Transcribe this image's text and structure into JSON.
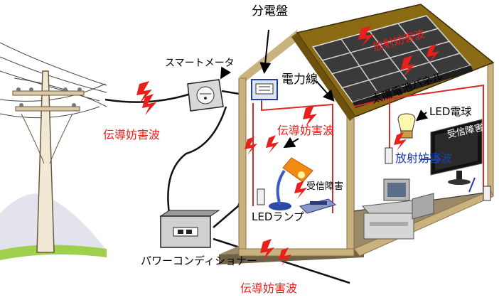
{
  "labels": {
    "distribution_board": "分電盤",
    "smart_meter": "スマートメータ",
    "power_line": "電力線",
    "solar_panel": "太陽電池パネル",
    "led_bulb": "LED電球",
    "conducted_noise_outdoor": "伝導妨害波",
    "conducted_noise_indoor": "伝導妨害波",
    "conducted_noise_bottom": "伝導妨害波",
    "radiated_noise_roof": "放射妨害波",
    "radiated_noise_room": "放射妨害波",
    "reception_interference_lamp": "受信障害",
    "reception_interference_tv": "受信障害",
    "led_lamp": "LEDランプ",
    "power_conditioner": "パワーコンディショナー"
  },
  "colors": {
    "noise_red": "#e8201c",
    "radiation_blue": "#1a3fb0",
    "roof_brown": "#8b6a14",
    "wall_tan": "#c9b27e",
    "floor": "#9a8a6a"
  }
}
